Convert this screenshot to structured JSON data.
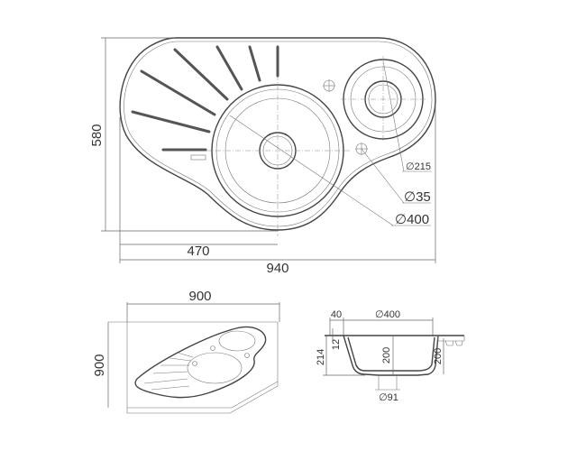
{
  "top_view": {
    "height_label": "580",
    "half_width_label": "470",
    "width_label": "940",
    "small_bowl_diameter_label": "∅215",
    "tap_hole_diameter_label": "∅35",
    "main_bowl_diameter_label": "∅400"
  },
  "corner_view": {
    "width_label": "900",
    "depth_label": "900"
  },
  "section_view": {
    "rim_label": "40",
    "bowl_diameter_label": "∅400",
    "total_depth_label": "214",
    "rim_thickness_label": "12",
    "bowl_depth_label": "200",
    "side_depth_label": "200",
    "drain_diameter_label": "∅91"
  },
  "colors": {
    "line": "#444444",
    "background": "#ffffff"
  }
}
